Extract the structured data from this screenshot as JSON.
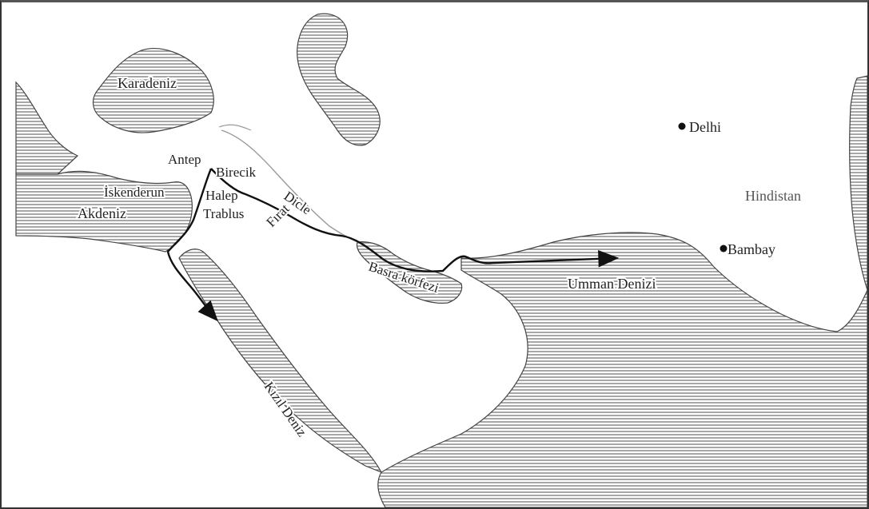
{
  "map": {
    "seas": {
      "karadeniz": "Karadeniz",
      "akdeniz": "Akdeniz",
      "kizil_deniz": "Kızıl Deniz",
      "basra_korfezi": "Basra körfezi",
      "umman_denizi": "Umman Denizi"
    },
    "rivers": {
      "dicle": "Dicle",
      "firat": "Fırat"
    },
    "cities": {
      "antep": "Antep",
      "birecik": "Birecik",
      "iskenderun": "İskenderun",
      "halep": "Halep",
      "trablus": "Trablus",
      "delhi": "Delhi",
      "bambay": "Bambay"
    },
    "regions": {
      "hindistan": "Hindistan"
    },
    "colors": {
      "water_hatch": "#7a7a7a",
      "coast": "#444444",
      "route": "#111111",
      "river": "#9a9a9a",
      "frame": "#333333"
    }
  }
}
